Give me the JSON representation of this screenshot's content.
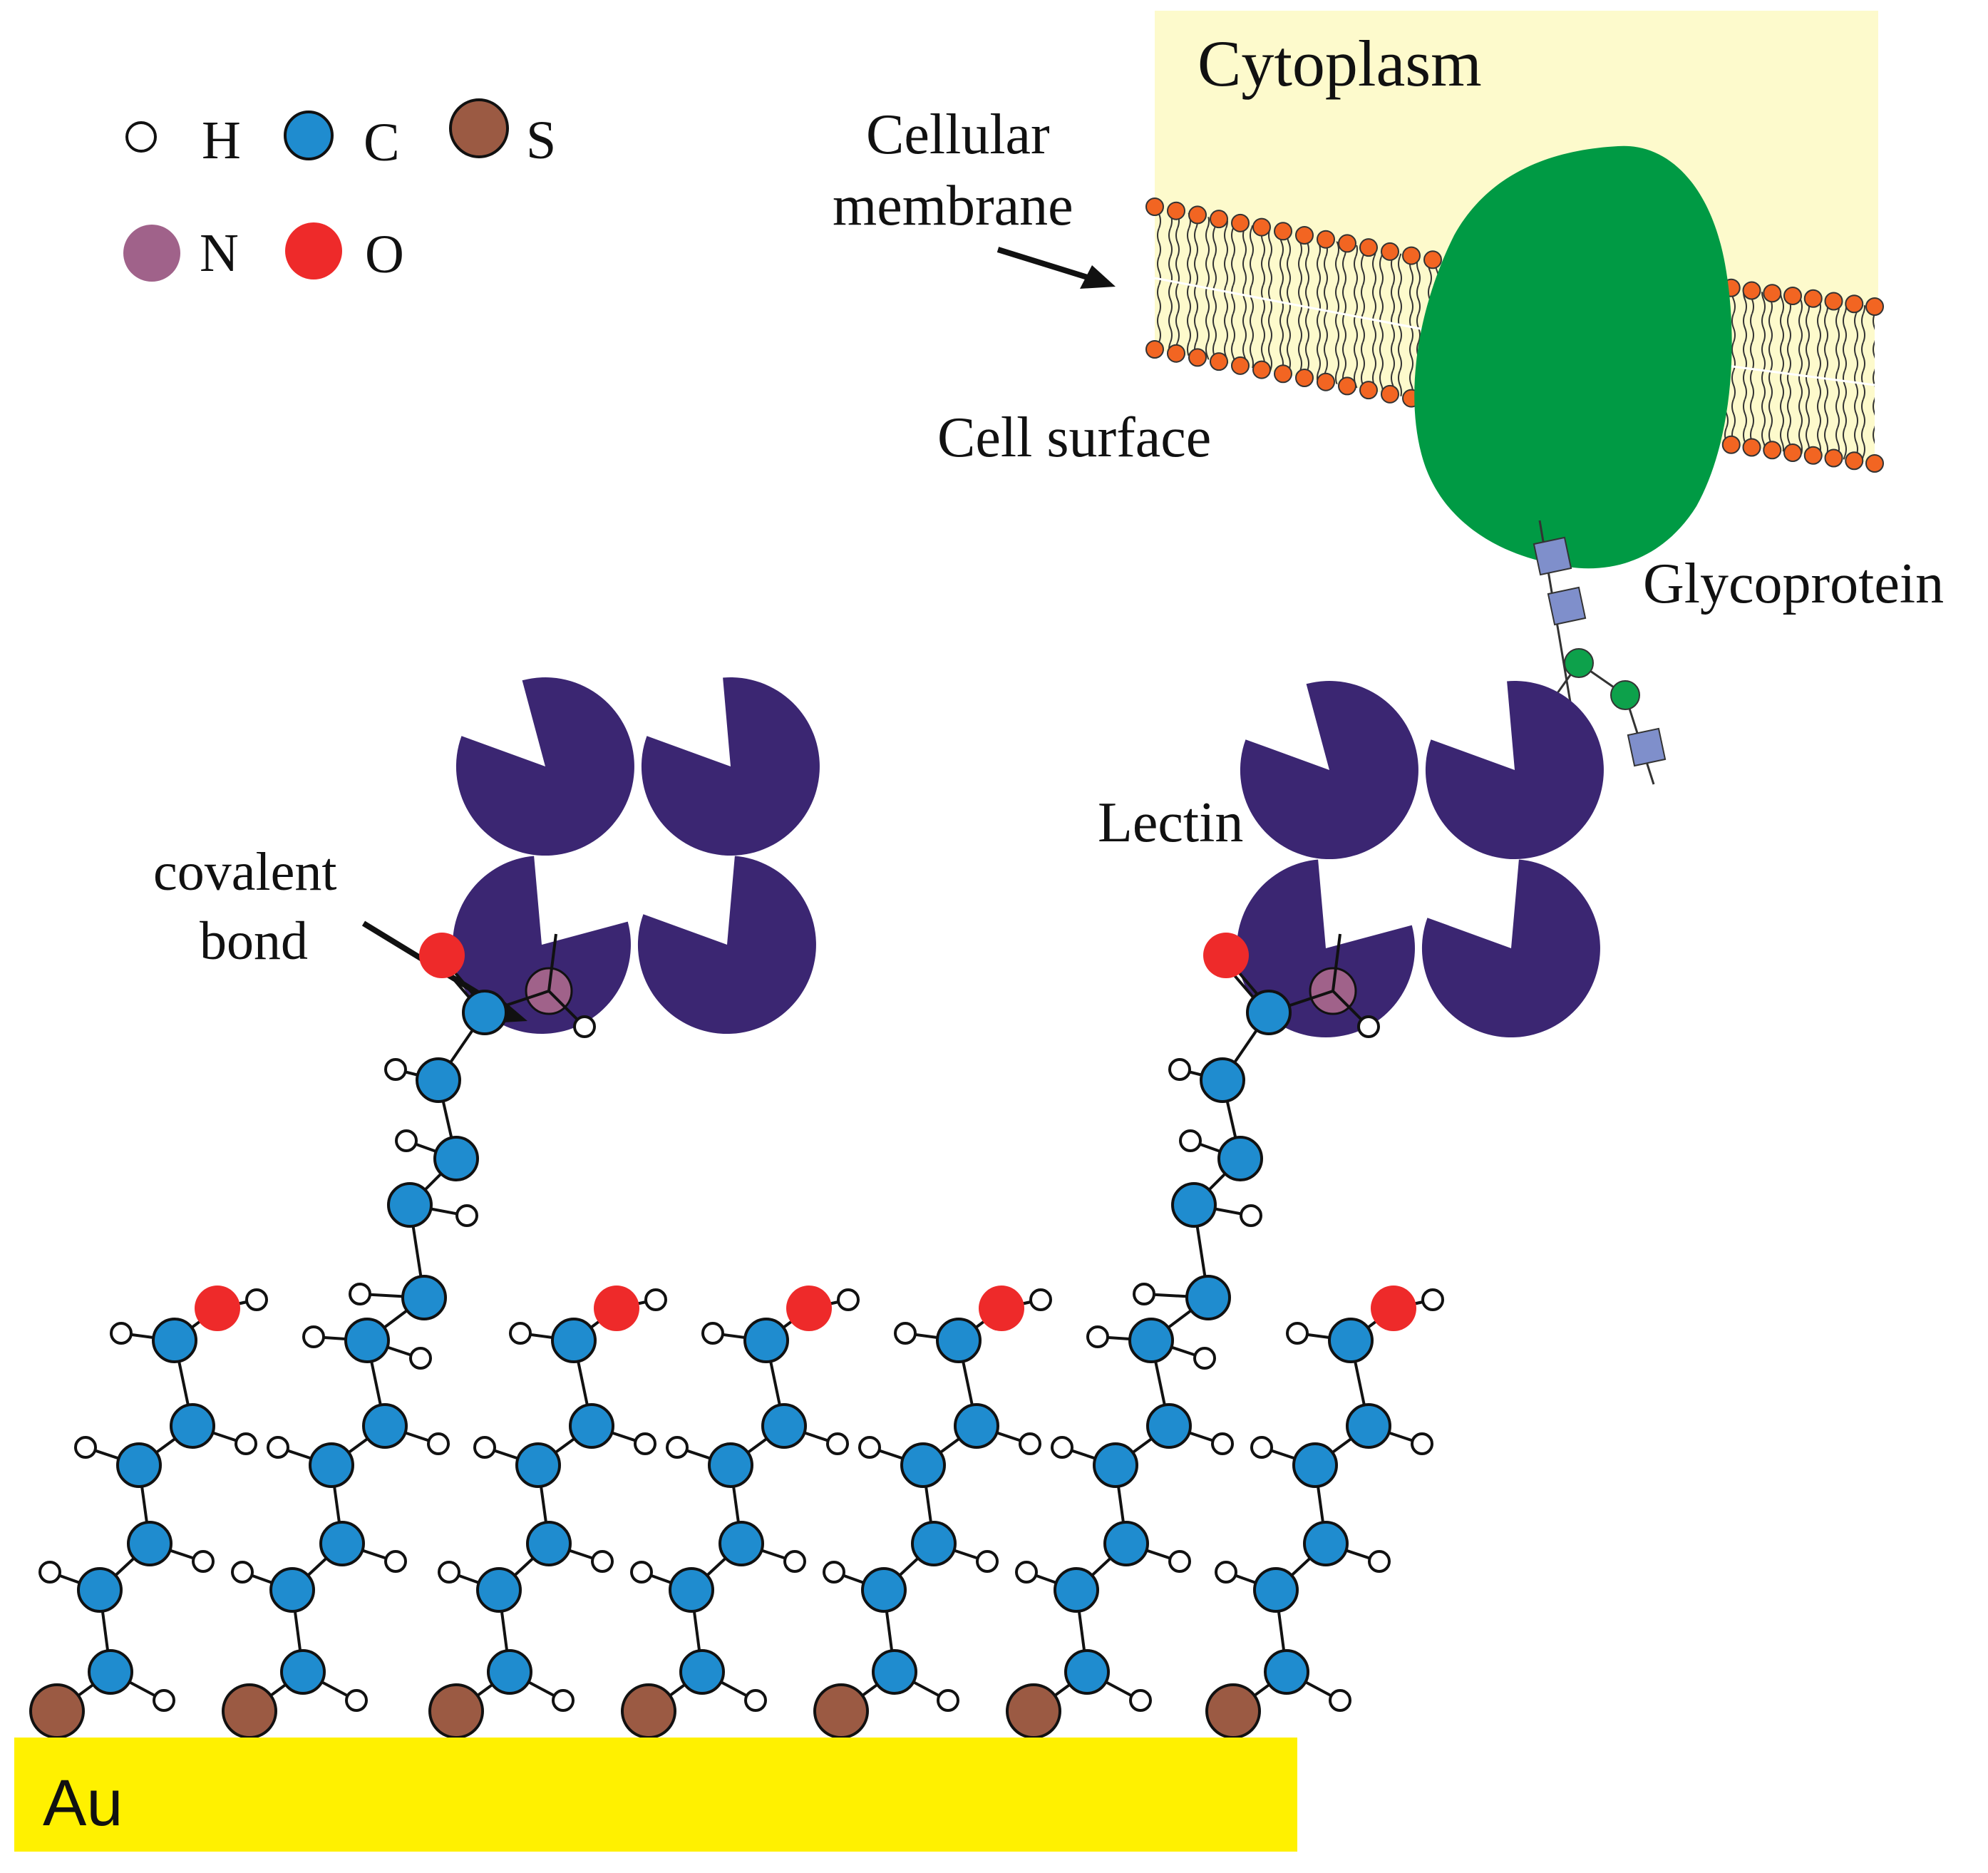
{
  "legend": {
    "items": [
      {
        "symbol": "H",
        "color": "#ffffff"
      },
      {
        "symbol": "C",
        "color": "#1f8ccf"
      },
      {
        "symbol": "S",
        "color": "#9b5a43"
      },
      {
        "symbol": "N",
        "color": "#a0628a"
      },
      {
        "symbol": "O",
        "color": "#ee2a2a"
      }
    ]
  },
  "labels": {
    "cytoplasm": "Cytoplasm",
    "cellular": "Cellular",
    "membrane": "membrane",
    "cell_surface": "Cell surface",
    "glycoprotein": "Glycoprotein",
    "lectin": "Lectin",
    "covalent": "covalent",
    "bond": "bond",
    "au": "Au"
  },
  "colors": {
    "gold": "#fff100",
    "cytoplasm_bg": "#fdfacc",
    "lipid_head": "#f26522",
    "glycoprotein": "#009a44",
    "lectin": "#3b2672",
    "sugar_square": "#7f8fcb",
    "sugar_circle": "#0da14b",
    "carbon": "#1f8ccf",
    "hydrogen": "#ffffff",
    "oxygen": "#ee2a2a",
    "nitrogen": "#a0628a",
    "sulfur": "#9b5a43"
  }
}
